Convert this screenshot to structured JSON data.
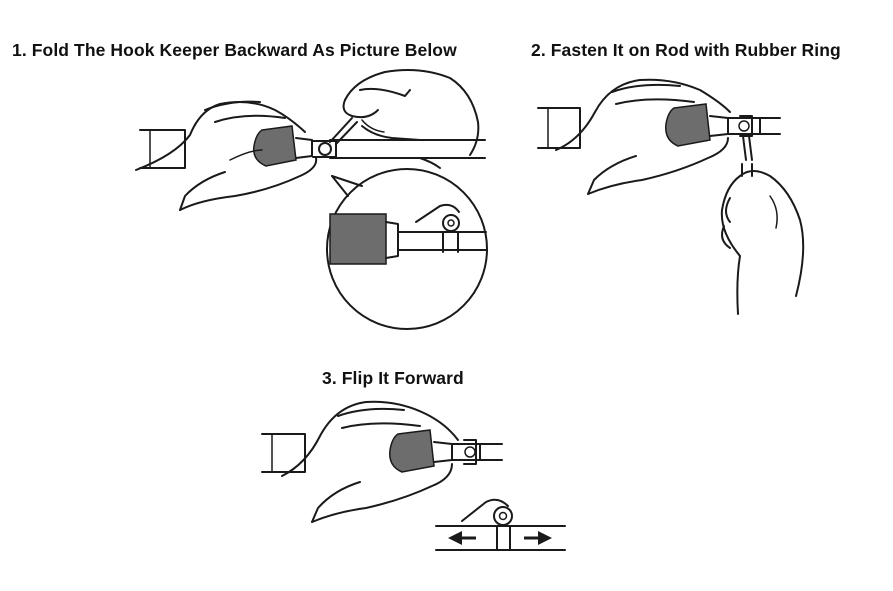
{
  "steps": [
    {
      "label": "1. Fold The Hook Keeper Backward As Picture Below"
    },
    {
      "label": "2. Fasten It on Rod with Rubber Ring"
    },
    {
      "label": "3. Flip It Forward"
    }
  ],
  "icons": {
    "hand": "hand-illustration-icon",
    "rod": "fishing-rod-icon",
    "hook_keeper": "hook-keeper-icon",
    "magnifier": "magnified-detail-icon",
    "arrows": "direction-arrow-icon"
  },
  "colors": {
    "line": "#1a1a1a",
    "grip": "#6d6d6d",
    "background": "#ffffff"
  }
}
